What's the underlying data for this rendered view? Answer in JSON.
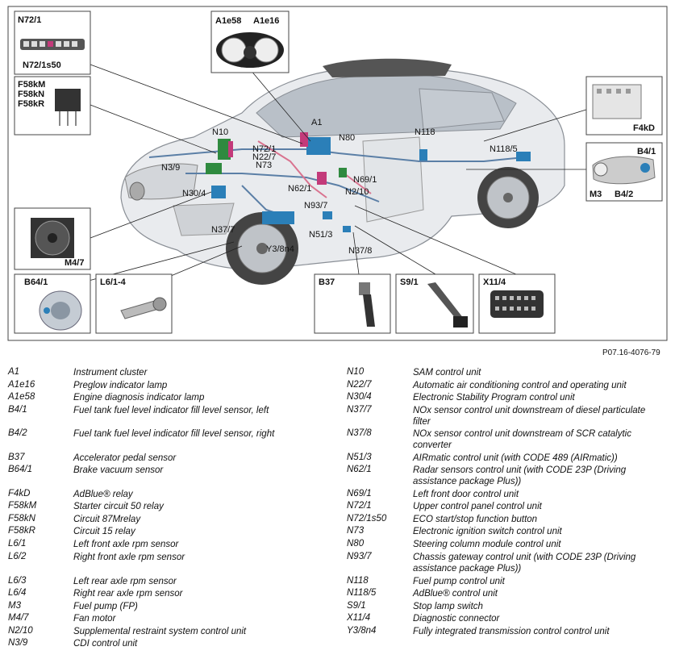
{
  "reference": "P07.16-4076-79",
  "labels": {
    "n72_1": "N72/1",
    "n72_1s50": "N72/1s50",
    "a1e58": "A1e58",
    "a1e16": "A1e16",
    "f58km": "F58kM",
    "f58kn": "F58kN",
    "f58kr": "F58kR",
    "f4kd": "F4kD",
    "b4_1": "B4/1",
    "b4_2": "B4/2",
    "m3": "M3",
    "m4_7": "M4/7",
    "b64_1": "B64/1",
    "l6_1_4": "L6/1-4",
    "b37": "B37",
    "s9_1": "S9/1",
    "x11_4": "X11/4",
    "a1": "A1",
    "n10": "N10",
    "n80": "N80",
    "n118": "N118",
    "n118_5": "N118/5",
    "n72_1_car": "N72/1",
    "n22_7": "N22/7",
    "n73": "N73",
    "n3_9": "N3/9",
    "n69_1": "N69/1",
    "n62_1": "N62/1",
    "n2_10": "N2/10",
    "n30_4": "N30/4",
    "n93_7": "N93/7",
    "n37_7": "N37/7",
    "n51_3": "N51/3",
    "y3_8n4": "Y3/8n4",
    "n37_8": "N37/8"
  },
  "legend_left": [
    {
      "code": "A1",
      "desc": "Instrument cluster"
    },
    {
      "code": "A1e16",
      "desc": "Preglow indicator lamp"
    },
    {
      "code": "A1e58",
      "desc": "Engine diagnosis indicator lamp"
    },
    {
      "code": "B4/1",
      "desc": "Fuel tank fuel level indicator fill level sensor, left"
    },
    {
      "code": "B4/2",
      "desc": "Fuel tank fuel level indicator fill level sensor, right"
    },
    {
      "code": "B37",
      "desc": "Accelerator pedal sensor"
    },
    {
      "code": "B64/1",
      "desc": "Brake vacuum sensor"
    },
    {
      "code": "F4kD",
      "desc": "AdBlue® relay"
    },
    {
      "code": "F58kM",
      "desc": "Starter circuit 50 relay"
    },
    {
      "code": "F58kN",
      "desc": "Circuit 87Mrelay"
    },
    {
      "code": "F58kR",
      "desc": "Circuit 15 relay"
    },
    {
      "code": "L6/1",
      "desc": "Left front axle rpm sensor"
    },
    {
      "code": "L6/2",
      "desc": "Right front axle rpm sensor"
    },
    {
      "code": "L6/3",
      "desc": "Left rear axle rpm sensor"
    },
    {
      "code": "L6/4",
      "desc": "Right rear axle rpm sensor"
    },
    {
      "code": "M3",
      "desc": "Fuel pump (FP)"
    },
    {
      "code": "M4/7",
      "desc": "Fan motor"
    },
    {
      "code": "N2/10",
      "desc": "Supplemental restraint system control unit"
    },
    {
      "code": "N3/9",
      "desc": "CDI control unit"
    }
  ],
  "legend_right": [
    {
      "code": "N10",
      "desc": "SAM control unit"
    },
    {
      "code": "N22/7",
      "desc": "Automatic air conditioning control and operating unit"
    },
    {
      "code": "N30/4",
      "desc": "Electronic Stability Program control unit"
    },
    {
      "code": "N37/7",
      "desc": "NOx sensor control unit downstream of diesel particulate filter"
    },
    {
      "code": "N37/8",
      "desc": "NOx sensor control unit downstream of SCR catalytic converter"
    },
    {
      "code": "N51/3",
      "desc": "AIRmatic control unit (with CODE 489 (AIRmatic))"
    },
    {
      "code": "N62/1",
      "desc": "Radar sensors control unit (with CODE 23P (Driving assistance package Plus))"
    },
    {
      "code": "N69/1",
      "desc": "Left front door control unit"
    },
    {
      "code": "N72/1",
      "desc": "Upper control panel control unit"
    },
    {
      "code": "N72/1s50",
      "desc": "ECO start/stop function button"
    },
    {
      "code": "N73",
      "desc": "Electronic ignition switch control unit"
    },
    {
      "code": "N80",
      "desc": "Steering column module control unit"
    },
    {
      "code": "N93/7",
      "desc": "Chassis gateway control unit (with CODE 23P (Driving assistance package Plus))"
    },
    {
      "code": "N118",
      "desc": "Fuel pump control unit"
    },
    {
      "code": "N118/5",
      "desc": "AdBlue® control unit"
    },
    {
      "code": "S9/1",
      "desc": "Stop lamp switch"
    },
    {
      "code": "X11/4",
      "desc": "Diagnostic connector"
    },
    {
      "code": "Y3/8n4",
      "desc": "Fully integrated transmission control control unit"
    }
  ]
}
